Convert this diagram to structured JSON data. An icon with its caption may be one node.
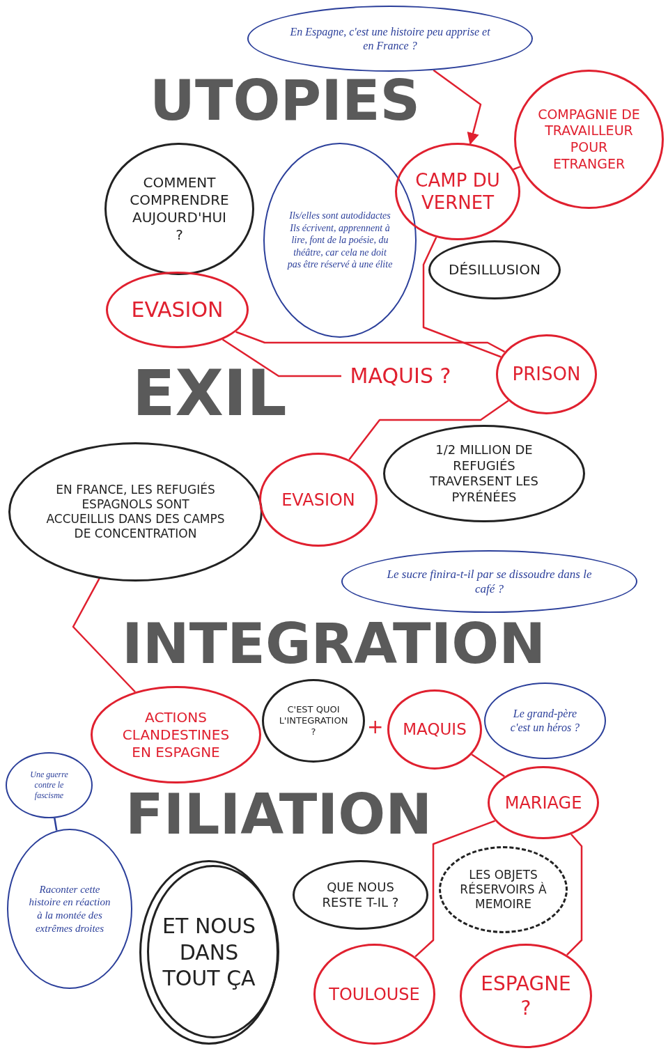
{
  "diagram": {
    "nodes": [
      {
        "text": [
          "En Espagne, c'est une histoire peu apprise et en France ?"
        ]
      },
      {
        "text": [
          "COMPAGNIE DE TRAVAILLEUR POUR ETRANGER"
        ]
      },
      {
        "text": [
          "COMMENT COMPRENDRE AUJOURD'HUI ?"
        ]
      },
      {
        "text": [
          "Ils/elles sont autodidactes Ils écrivent, apprennent à lire, font de la poésie, du théâtre, car cela ne doit pas être réservé à une élite"
        ]
      },
      {
        "text": [
          "CAMP DU VERNET"
        ]
      },
      {
        "text": [
          "DÉSILLUSION"
        ]
      },
      {
        "text": [
          "EVASION"
        ]
      },
      {
        "text": [
          "MAQUIS ?"
        ]
      },
      {
        "text": [
          "PRISON"
        ]
      },
      {
        "text": [
          "EN FRANCE, LES REFUGIÉS ESPAGNOLS SONT ACCUEILLIS DANS DES CAMPS DE CONCENTRATION"
        ]
      },
      {
        "text": [
          "EVASION"
        ]
      },
      {
        "text": [
          "1/2 MILLION DE REFUGIÉS TRAVERSENT LES PYRÉNÉES"
        ]
      },
      {
        "text": [
          "Le sucre finira-t-il par se dissoudre dans le café ?"
        ]
      },
      {
        "text": [
          "ACTIONS CLANDESTINES EN ESPAGNE"
        ]
      },
      {
        "text": [
          "C'EST QUOI L'INTEGRATION ?"
        ]
      },
      {
        "text": [
          "MAQUIS"
        ]
      },
      {
        "text": [
          "Le grand-père c'est un héros ?"
        ]
      },
      {
        "text": [
          "MARIAGE"
        ]
      },
      {
        "text": [
          "Une guerre contre le fascisme"
        ]
      },
      {
        "text": [
          "Raconter cette histoire en réaction à la montée des extrêmes droites"
        ]
      },
      {
        "text": [
          "ET NOUS DANS TOUT ÇA"
        ]
      },
      {
        "text": [
          "QUE NOUS RESTE T-IL ?"
        ]
      },
      {
        "text": [
          "LES OBJETS RÉSERVOIRS À MEMOIRE"
        ]
      },
      {
        "text": [
          "TOULOUSE"
        ]
      },
      {
        "text": [
          "ESPAGNE ?"
        ]
      }
    ],
    "edges": [
      {
        "from": 0,
        "to": 4,
        "arrow": "to"
      },
      {
        "from": 4,
        "to": 1,
        "arrow": "none"
      },
      {
        "from": 4,
        "to": 8,
        "arrow": "none"
      },
      {
        "from": 6,
        "to": 7,
        "arrow": "none"
      },
      {
        "from": 6,
        "to": 8,
        "arrow": "none"
      },
      {
        "from": 8,
        "to": 10,
        "arrow": "none"
      },
      {
        "from": 9,
        "to": 13,
        "arrow": "none"
      },
      {
        "from": 15,
        "to": 17,
        "arrow": "none"
      },
      {
        "from": 17,
        "to": 23,
        "arrow": "none"
      },
      {
        "from": 17,
        "to": 24,
        "arrow": "none"
      },
      {
        "from": 18,
        "to": 19,
        "arrow": "none",
        "color": "#2b3f9a"
      }
    ],
    "labels": [
      "UTOPIES",
      "EXIL",
      "INTEGRATION",
      "+",
      "FILIATION"
    ]
  }
}
